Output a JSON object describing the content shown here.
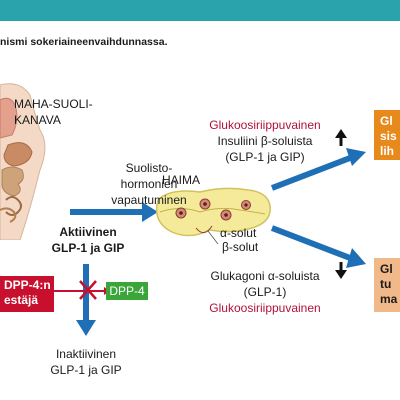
{
  "subtitle": "nismi sokeriaineenvaihdunnassa.",
  "gut_label_line1": "MAHA-SUOLI-",
  "gut_label_line2": "KANAVA",
  "hormones_line1": "Suolisto-",
  "hormones_line2": "hormonien",
  "hormones_line3": "vapautuminen",
  "active_line1": "Aktiivinen",
  "active_line2": "GLP-1 ja GIP",
  "inactive_line1": "Inaktiivinen",
  "inactive_line2": "GLP-1 ja GIP",
  "pancreas_label": "HAIMA",
  "alpha_cells": "α-solut",
  "beta_cells": "β-solut",
  "glucose_dependent_top": "Glukoosiriippuvainen",
  "insulin_line1": "Insuliini β-soluista",
  "insulin_line2": "(GLP-1 ja GIP)",
  "glucagon_line1": "Glukagoni α-soluista",
  "glucagon_line2": "(GLP-1)",
  "glucose_dependent_bottom": "Glukoosiriippuvainen",
  "dpp4_label": "DPP-4",
  "inhibitor_line1": "DPP-4:n",
  "inhibitor_line2": "estäjä",
  "right_box_top": [
    "Gl",
    "sis",
    "lih"
  ],
  "right_box_bottom": [
    "Gl",
    "tu",
    "ma"
  ],
  "colors": {
    "header": "#2aa3ad",
    "arrow_blue": "#1f6fb6",
    "accent_red": "#b0123a",
    "inhibitor_box": "#c8102e",
    "dpp4_box": "#3aa63a",
    "result_box": "#e8891b",
    "result_box_light": "#f1b98a"
  },
  "icons": {
    "insulin_change": "up-arrow-icon",
    "glucagon_change": "down-arrow-icon",
    "inhibition": "x-mark-icon"
  }
}
